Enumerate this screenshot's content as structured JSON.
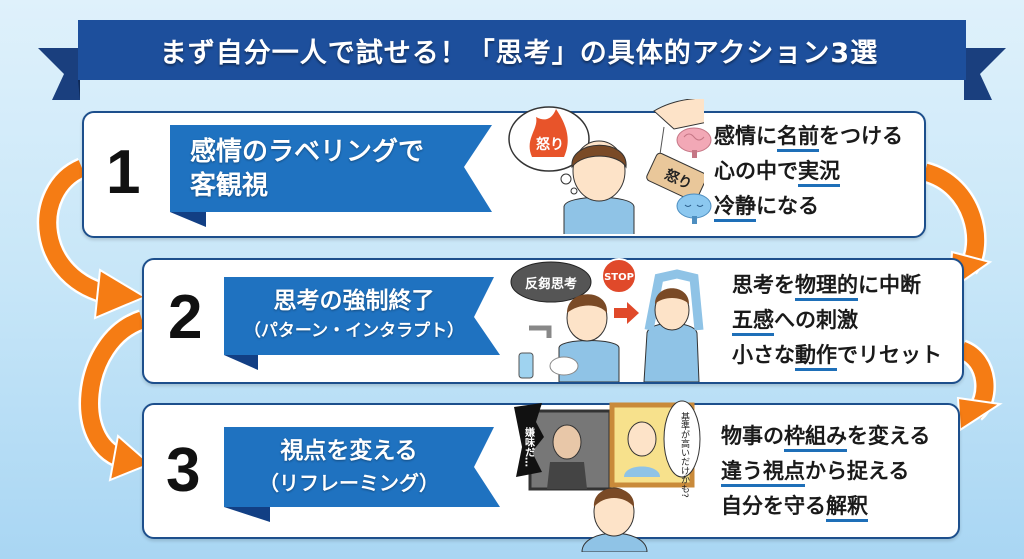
{
  "title": "まず自分一人で試せる！「思考」の具体的アクション3選",
  "colors": {
    "banner": "#1d4f9c",
    "ribbon": "#1f72c0",
    "arrow": "#f57c14",
    "underline": "#1e6fb8"
  },
  "cards": [
    {
      "number": "1",
      "heading": [
        "感情のラベリングで",
        "客観視"
      ],
      "illustration": {
        "thought_label": "怒り",
        "tag_label": "怒り"
      },
      "icons": [
        "brain-icon",
        "calm-brain-icon"
      ],
      "lines": [
        {
          "pre": "感情に",
          "u": "名前",
          "post": "をつける"
        },
        {
          "pre": "心の中で",
          "u": "実況",
          "post": ""
        },
        {
          "pre": "",
          "u": "冷静",
          "post": "になる"
        }
      ]
    },
    {
      "number": "2",
      "heading": [
        "思考の強制終了",
        "（パターン・インタラプト）"
      ],
      "illustration": {
        "thought_label": "反芻思考",
        "stop_sign": "STOP"
      },
      "lines": [
        {
          "pre": "思考を",
          "u": "物理的",
          "post": "に中断"
        },
        {
          "pre": "",
          "u": "五感",
          "post": "への刺激"
        },
        {
          "pre": "小さな",
          "u": "動作",
          "post": "でリセット"
        }
      ]
    },
    {
      "number": "3",
      "heading": [
        "視点を変える",
        "（リフレーミング）"
      ],
      "illustration": {
        "left_bubble": "嫌味だ…",
        "right_bubble": "基準が高いだけかも?"
      },
      "lines": [
        {
          "pre": "物事の",
          "u": "枠組み",
          "post": "を変える"
        },
        {
          "pre": "",
          "u": "違う視点",
          "post": "から捉える"
        },
        {
          "pre": "自分を守る",
          "u": "解釈",
          "post": ""
        }
      ]
    }
  ]
}
